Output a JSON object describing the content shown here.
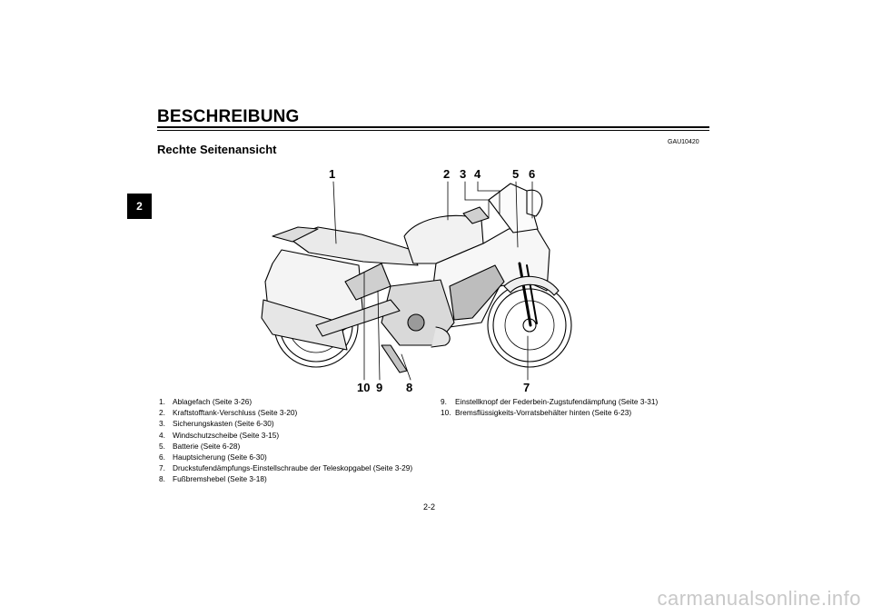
{
  "header": {
    "title": "BESCHREIBUNG"
  },
  "chapter_tab": "2",
  "doc_code": "GAU10420",
  "section_title": "Rechte Seitenansicht",
  "figure": {
    "callouts_top": [
      "1",
      "2",
      "3",
      "4",
      "5",
      "6"
    ],
    "callouts_bottom": [
      "10",
      "9",
      "8",
      "7"
    ]
  },
  "parts_left": [
    {
      "num": "1.",
      "text": "Ablagefach (Seite 3-26)"
    },
    {
      "num": "2.",
      "text": "Kraftstofftank-Verschluss (Seite 3-20)"
    },
    {
      "num": "3.",
      "text": "Sicherungskasten (Seite 6-30)"
    },
    {
      "num": "4.",
      "text": "Windschutzscheibe (Seite 3-15)"
    },
    {
      "num": "5.",
      "text": "Batterie (Seite 6-28)"
    },
    {
      "num": "6.",
      "text": "Hauptsicherung (Seite 6-30)"
    },
    {
      "num": "7.",
      "text": "Druckstufendämpfungs-Einstellschraube der Teleskopgabel (Seite 3-29)"
    },
    {
      "num": "8.",
      "text": "Fußbremshebel (Seite 3-18)"
    }
  ],
  "parts_right": [
    {
      "num": "9.",
      "text": "Einstellknopf der Federbein-Zugstufendämpfung (Seite 3-31)"
    },
    {
      "num": "10.",
      "text": "Bremsflüssigkeits-Vorratsbehälter hinten (Seite 6-23)"
    }
  ],
  "page_number": "2-2",
  "watermark": "carmanualsonline.info"
}
